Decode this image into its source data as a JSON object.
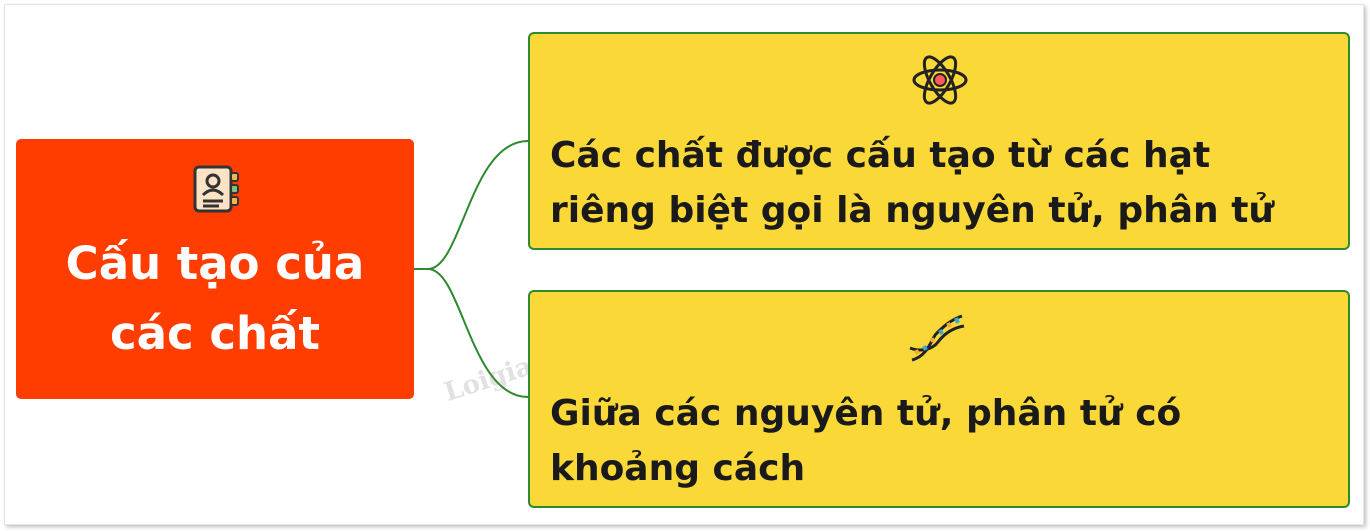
{
  "root": {
    "title": "Cấu tạo của các chất",
    "icon": "address-book-icon",
    "color": "#ff3d00"
  },
  "branches": [
    {
      "text": "Các chất được cấu tạo từ các hạt riêng biệt gọi là nguyên tử, phân tử",
      "icon": "atom-icon"
    },
    {
      "text": "Giữa các nguyên tử, phân tử có khoảng cách",
      "icon": "dna-icon"
    }
  ],
  "style": {
    "branch_fill": "#fad838",
    "branch_border": "#2e8a2e",
    "connector_color": "#2e8a2e"
  },
  "watermark": "Loigiaihay.com"
}
